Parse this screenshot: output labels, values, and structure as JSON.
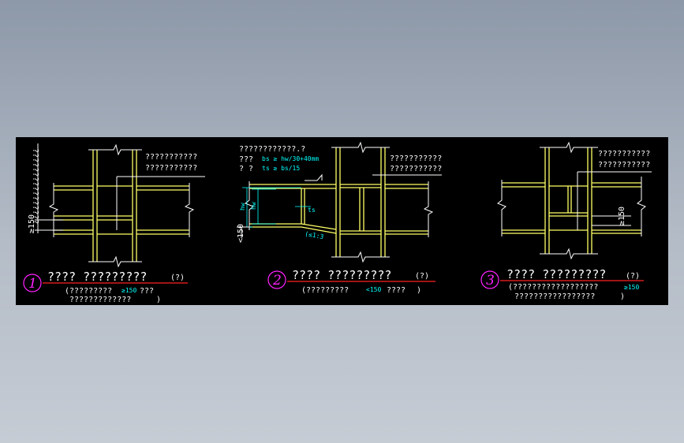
{
  "details": [
    {
      "number": "1",
      "title": "???? ?????????",
      "title_tag": "(?)",
      "note_line1": "(?????????",
      "note_cond": "≥150",
      "note_line1_end": "???",
      "note_line2": "?????????????",
      "note_close": ")",
      "callout_lines": [
        "???????????",
        "???????????"
      ],
      "vertical_text": "????????????????",
      "dim": "≥150"
    },
    {
      "number": "2",
      "title": "???? ?????????",
      "title_tag": "(?)",
      "note_line1": "(?????????",
      "note_cond": "<150",
      "note_line1_end": "????",
      "note_close": ")",
      "header": "????????????.?",
      "formula_prefix1": "???",
      "formula1": "bs ≥ hw/30+40mm",
      "formula_prefix2": "? ?",
      "formula2": "ts ≥ bs/15",
      "callout_lines": [
        "???????????",
        "???????????"
      ],
      "label_hw": "hw",
      "label_h": "hw",
      "label_ts": "ts",
      "slope": "(≤1:3",
      "dim": "<150"
    },
    {
      "number": "3",
      "title": "???? ?????????",
      "title_tag": "(?)",
      "note_line1": "(??????????????????",
      "note_cond": "≥150",
      "note_line2": "?????????????????",
      "note_close": ")",
      "callout_lines": [
        "???????????",
        "???????????"
      ],
      "dim": "≥150"
    }
  ]
}
